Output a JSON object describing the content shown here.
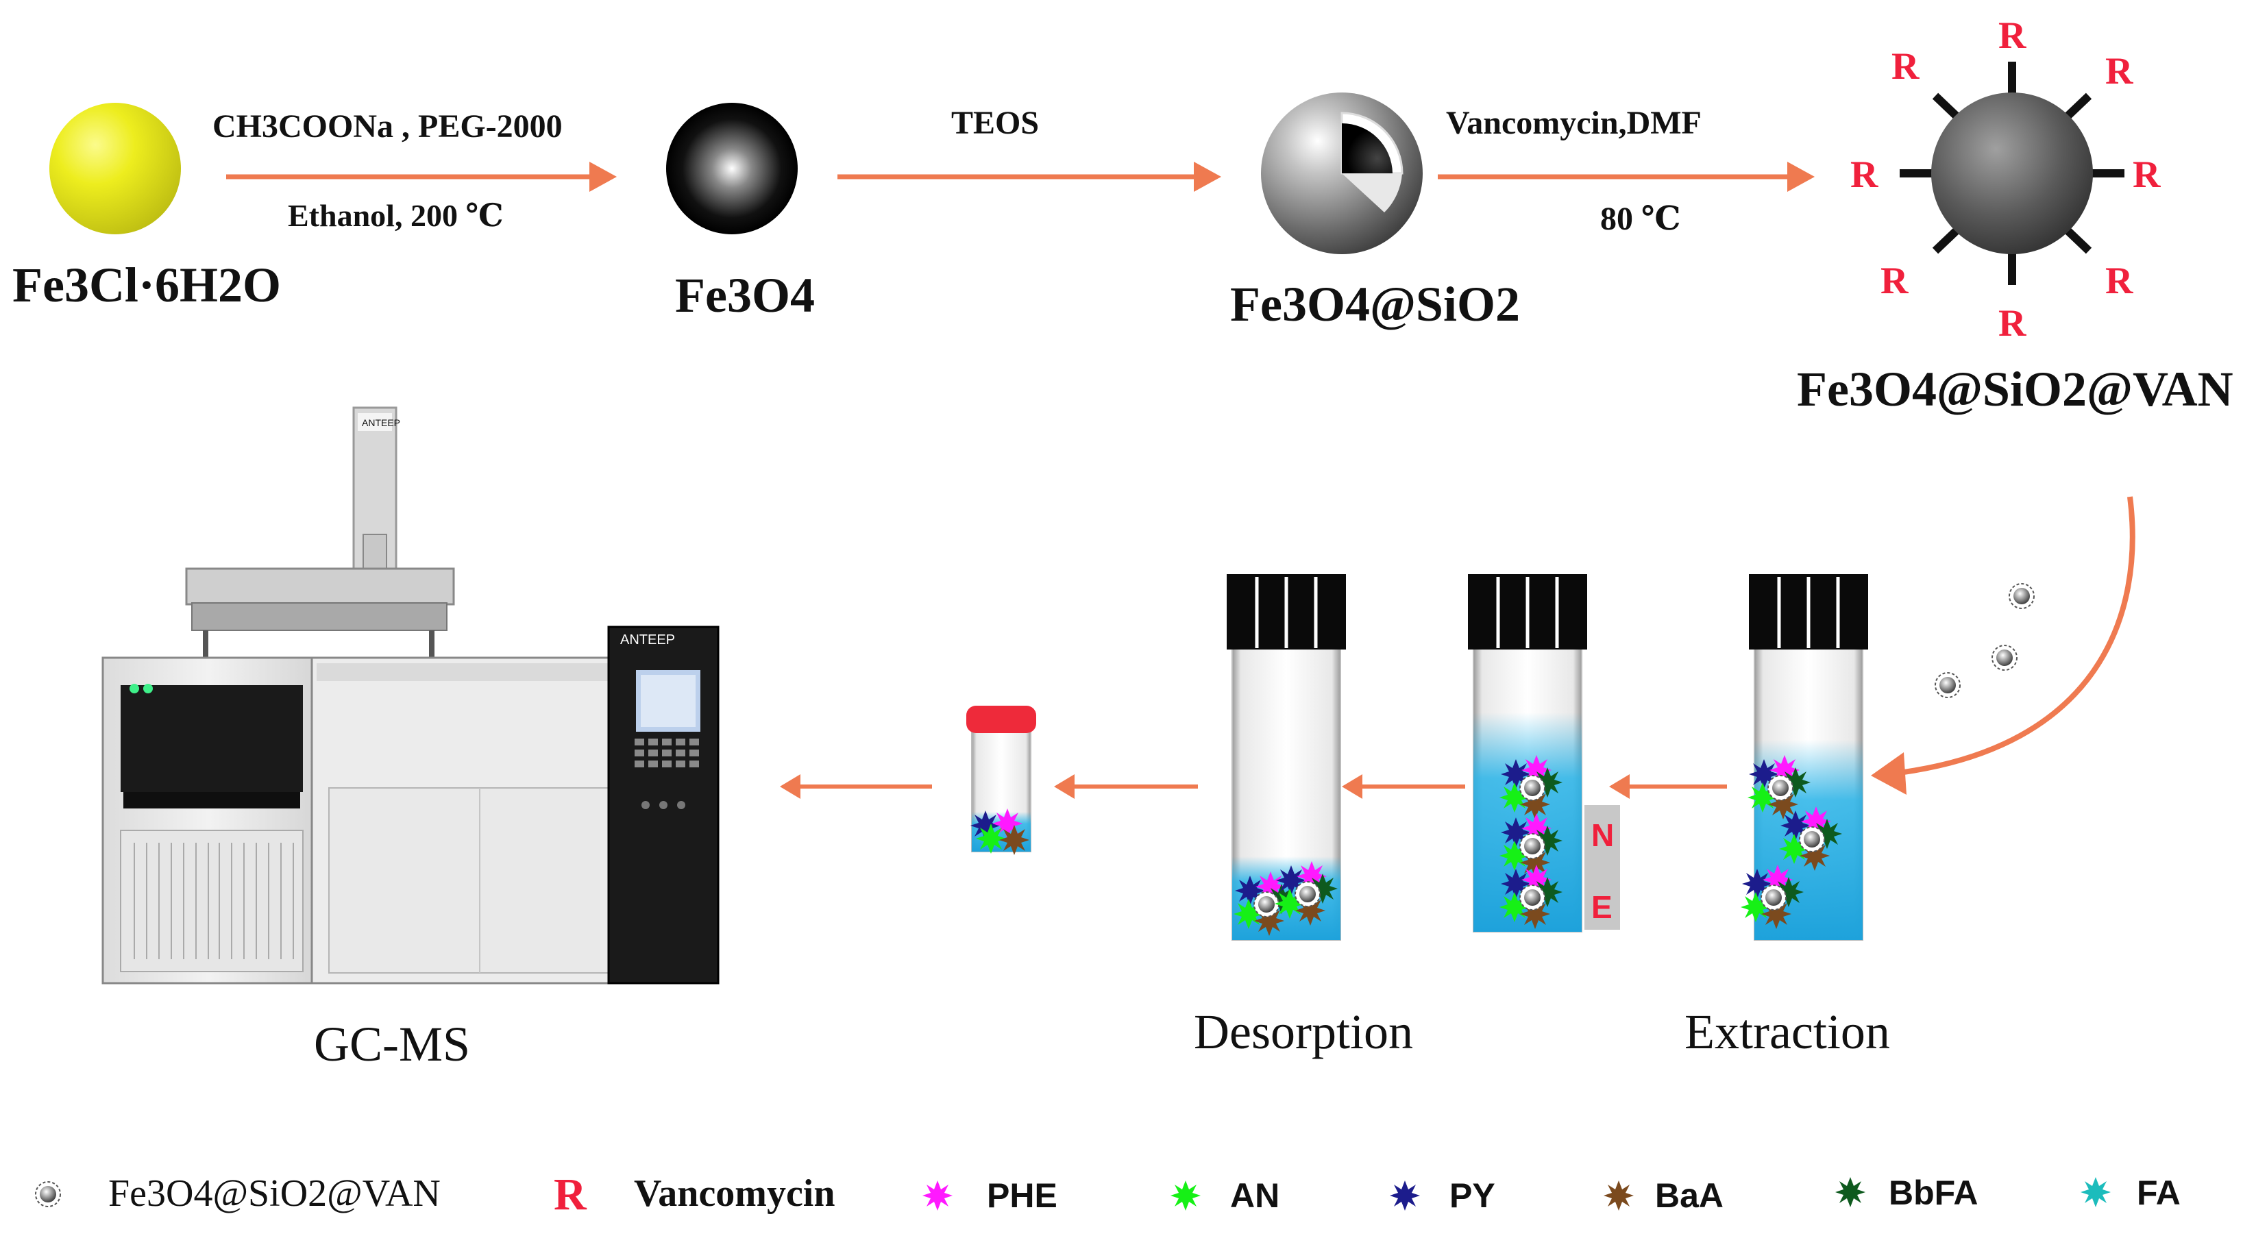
{
  "synthesis": {
    "precursor": "Fe3Cl·6H2O",
    "step1_reagents": "CH3COONa , PEG-2000",
    "step1_conditions": "Ethanol, 200 ℃",
    "fe3o4": "Fe3O4",
    "step2_reagent": "TEOS",
    "fe3o4_sio2": "Fe3O4@SiO2",
    "step3_reagents": "Vancomycin,DMF",
    "step3_conditions": "80 ℃",
    "functional_group": "R",
    "final_product": "Fe3O4@SiO2@VAN"
  },
  "process": {
    "extraction": "Extraction",
    "desorption": "Desorption",
    "instrument": "GC-MS",
    "magnet_north": "N",
    "magnet_east": "E",
    "instrument_brand": "ANTEEP"
  },
  "legend": {
    "items": [
      {
        "key": "particle",
        "label": "Fe3O4@SiO2@VAN"
      },
      {
        "key": "vancomycin",
        "symbol": "R",
        "label": "Vancomycin"
      },
      {
        "key": "phe",
        "label": "PHE",
        "color": "#ff19ff"
      },
      {
        "key": "an",
        "label": "AN",
        "color": "#16f016"
      },
      {
        "key": "py",
        "label": "PY",
        "color": "#1c1c8c"
      },
      {
        "key": "baa",
        "label": "BaA",
        "color": "#7b4a1e"
      },
      {
        "key": "bbfa",
        "label": "BbFA",
        "color": "#0e5a1e"
      },
      {
        "key": "fa",
        "label": "FA",
        "color": "#1cbcbc"
      }
    ]
  },
  "colors": {
    "arrow": "#ef7a50",
    "r_label": "#f0203c",
    "liquid": "#27b3e8",
    "cap": "#0a0a0a",
    "small_cap": "#ee2a3a",
    "magnet": "#c8c8c8"
  }
}
